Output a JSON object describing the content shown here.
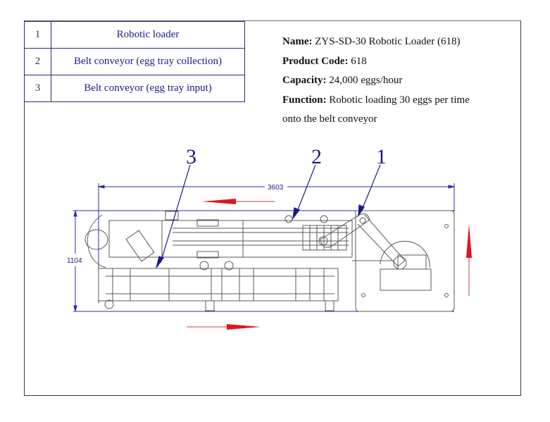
{
  "legend_table": {
    "rows": [
      {
        "number": "1",
        "description": "Robotic loader"
      },
      {
        "number": "2",
        "description": "Belt conveyor (egg tray collection)"
      },
      {
        "number": "3",
        "description": "Belt conveyor (egg tray input)"
      }
    ]
  },
  "product_info": {
    "name_label": "Name:",
    "name_value": "ZYS-SD-30 Robotic Loader (618)",
    "code_label": "Product Code:",
    "code_value": "618",
    "capacity_label": "Capacity:",
    "capacity_value": "24,000 eggs/hour",
    "function_label": "Function:",
    "function_value_line1": "Robotic loading 30 eggs per time",
    "function_value_line2": "onto the belt conveyor"
  },
  "drawing": {
    "callouts": [
      "1",
      "2",
      "3"
    ],
    "dimension_width": "3603",
    "dimension_height": "1104",
    "colors": {
      "callout": "#1a1a8c",
      "dimension_line": "#2b2bb0",
      "flow_arrow": "#e0141e",
      "machine_line": "#5a5a5a"
    },
    "flow_arrows": [
      "left (top conveyor)",
      "right (bottom conveyor)",
      "up (robot side)"
    ]
  }
}
